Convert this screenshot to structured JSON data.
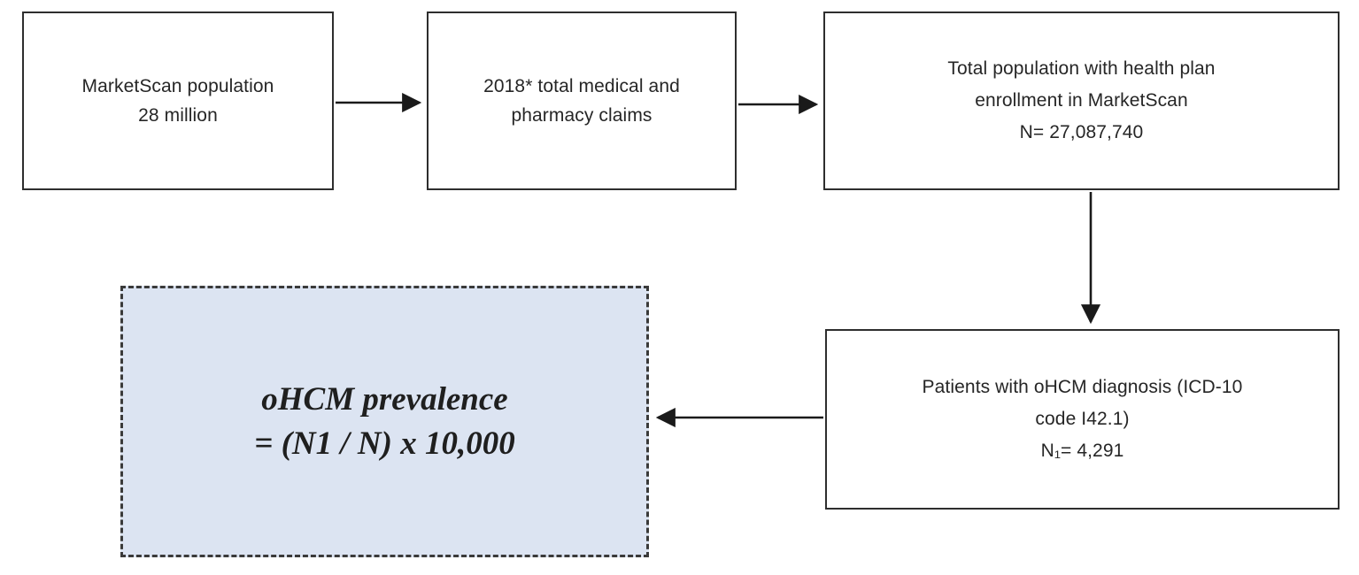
{
  "figure": {
    "type": "flowchart",
    "background": "#ffffff",
    "colors": {
      "box_border": "#2e2e2e",
      "box_fill": "#ffffff",
      "formula_fill": "#dce4f2",
      "formula_border": "#3a3a3a",
      "arrow": "#1a1a1a",
      "text": "#262626"
    },
    "nodes": {
      "marketscan_population": {
        "lines": [
          "MarketScan population",
          "28 million"
        ]
      },
      "claims_2018": {
        "lines": [
          "2018* total medical and",
          "pharmacy claims"
        ]
      },
      "total_enrollment": {
        "lines": [
          "Total population with health plan",
          "enrollment in MarketScan",
          "N= 27,087,740"
        ]
      },
      "ohcm_patients": {
        "lines": [
          "Patients with oHCM diagnosis (ICD-10",
          "code I42.1)",
          "N₁= 4,291"
        ]
      },
      "prevalence_formula": {
        "lines": [
          "oHCM prevalence",
          "=  (N1 / N) x 10,000"
        ]
      }
    },
    "connections": [
      {
        "from": "marketscan_population",
        "to": "claims_2018",
        "direction": "right"
      },
      {
        "from": "claims_2018",
        "to": "total_enrollment",
        "direction": "right"
      },
      {
        "from": "total_enrollment",
        "to": "ohcm_patients",
        "direction": "down"
      },
      {
        "from": "ohcm_patients",
        "to": "prevalence_formula",
        "direction": "left"
      }
    ]
  }
}
